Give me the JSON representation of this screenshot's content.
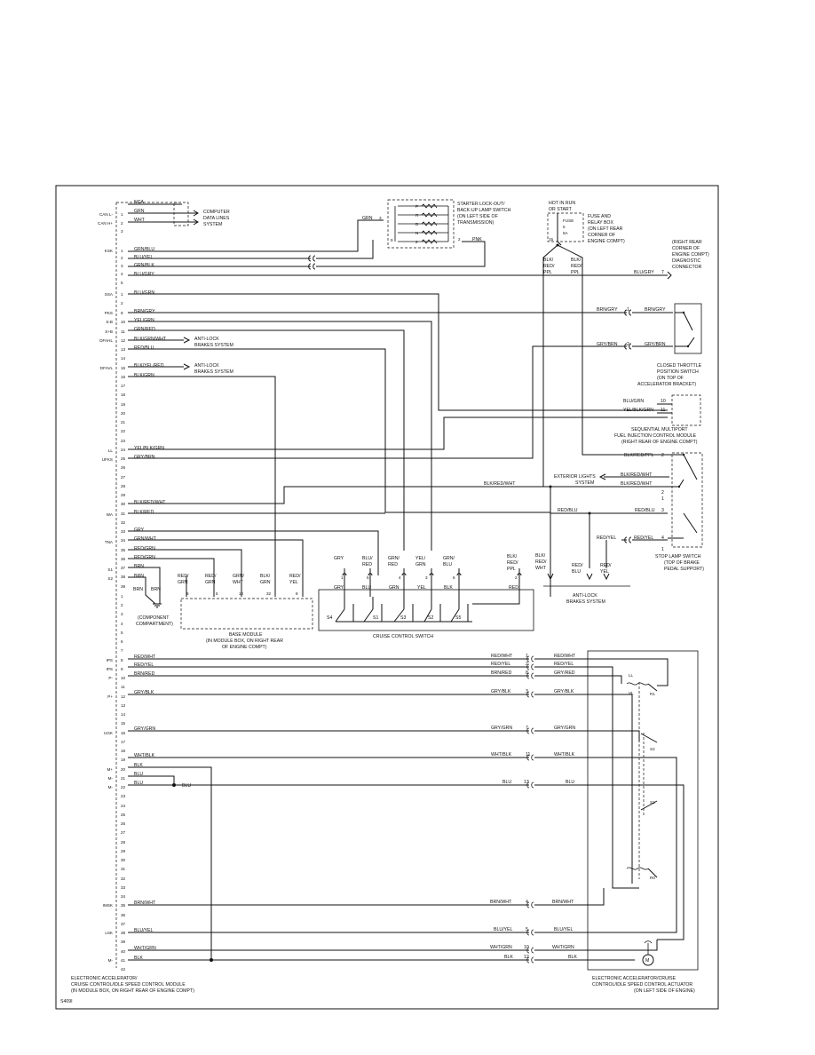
{
  "diagram_id": "S409I",
  "ecm": {
    "title_lines": [
      "ELECTRONIC ACCELERATOR/",
      "CRUISE CONTROL/IDLE SPEED CONTROL MODULE",
      "(IN MODULE BOX, ON RIGHT REAR OF ENGINE COMPT)"
    ],
    "pin_labels": {
      "can_l": "CAN L-",
      "can_h": "CAN H+",
      "ksk": "KSK",
      "ssa": "SSA",
      "pks": "PKS",
      "sb": "S-B",
      "sp": "S+B",
      "dfahl": "DFAHL",
      "dfavl": "DFAVL",
      "ll": "LL",
      "ufks": "UFKS",
      "wa": "WA",
      "tna": "TNA",
      "s1": "S1",
      "s2": "S2",
      "ips": "IPS",
      "ips2": "IPS",
      "pminus": "P-",
      "pplus": "P+",
      "ugk": "UGK",
      "mplus": "M+",
      "mminus": "M-",
      "mminus2": "M-",
      "imsk": "IMSK",
      "lsk": "LSK",
      "mminus3": "M-"
    },
    "connector_top": {
      "nca": "NCA",
      "grn": "GRN",
      "wht": "WHT",
      "three": "3",
      "pins": [
        "1",
        "2",
        "3",
        "4",
        "5",
        "6",
        "7",
        "8",
        "9",
        "10",
        "11",
        "12",
        "13",
        "14",
        "15",
        "16",
        "17",
        "18",
        "19",
        "20",
        "21",
        "22",
        "23",
        "24",
        "25",
        "26",
        "27",
        "28",
        "29",
        "30",
        "31",
        "32",
        "33",
        "34",
        "35",
        "36",
        "37",
        "38",
        "39",
        "1",
        "2"
      ],
      "wires": [
        "GRN/BLU",
        "BLU/YEL",
        "GRN/BLK",
        "BLU/GRY",
        "BLU/GRN",
        "BRN/GRY",
        "YEL/GRN",
        "GRN/RED",
        "BLK/GRN/WHT",
        "RED/BLU",
        "BLK/YEL/RED",
        "BLK/GRN",
        "YEL/BLK/GRN",
        "GRY/BRN",
        "BLK/RED/WHT",
        "BLK/RED",
        "GRY",
        "GRN/WHT",
        "RED/GRN",
        "RED/GRN",
        "BRN",
        "BRN"
      ]
    },
    "connector_bottom": {
      "pins": [
        "1",
        "2",
        "3",
        "4",
        "5",
        "6",
        "7",
        "8",
        "9",
        "10",
        "11",
        "12",
        "13",
        "14",
        "15",
        "16",
        "17",
        "18",
        "19",
        "20",
        "21",
        "22",
        "23",
        "24",
        "25",
        "26",
        "27",
        "28",
        "29",
        "30",
        "31",
        "32",
        "33",
        "34",
        "35",
        "36",
        "37",
        "38",
        "39",
        "40",
        "41",
        "42"
      ],
      "wires": [
        "RED/WHT",
        "RED/YEL",
        "BRN/RED",
        "GRY/BLK",
        "GRY/GRN",
        "WHT/BLK",
        "BLK",
        "BLU",
        "BLU",
        "BRN/WHT",
        "BLU/YEL",
        "WHT/GRN",
        "BLK"
      ],
      "blu_tap": "BLU"
    }
  },
  "computer_data_lines": [
    "COMPUTER",
    "DATA LINES",
    "SYSTEM"
  ],
  "starter_lockout": {
    "title_lines": [
      "STARTER LOCK-OUT/",
      "BACK-UP LAMP SWITCH",
      "(ON LEFT SIDE OF",
      "TRANSMISSION)"
    ],
    "positions": [
      "P",
      "R",
      "D",
      "N",
      "2"
    ],
    "grn": "GRN",
    "pin3": "3",
    "pin9": "9",
    "pin2": "2",
    "pnk": "PNK"
  },
  "fuse_box": {
    "hot_label": [
      "HOT IN RUN",
      "OR START"
    ],
    "fuse": [
      "FUSE",
      "5",
      "5A"
    ],
    "title_lines": [
      "FUSE AND",
      "RELAY BOX",
      "(ON LEFT REAR",
      "CORNER OF",
      "ENGINE COMPT)"
    ],
    "pin": "15",
    "wires": [
      "BLK/",
      "RED/",
      "PPL",
      "BLK/",
      "RED/",
      "PPL"
    ]
  },
  "diagnostic": {
    "title_lines": [
      "(RIGHT REAR",
      "CORNER OF",
      "ENGINE COMPT)",
      "DIAGNOSTIC",
      "CONNECTOR"
    ],
    "wire": "BLU/GRY",
    "pin": "7"
  },
  "anti_lock_1": [
    "ANTI-LOCK",
    "BRAKES SYSTEM"
  ],
  "anti_lock_2": [
    "ANTI-LOCK",
    "BRAKES SYSTEM"
  ],
  "throttle_switch": {
    "title_lines": [
      "CLOSED THROTTLE",
      "POSITION SWITCH",
      "(ON TOP OF",
      "ACCELERATOR BRACKET)"
    ],
    "w1": "BRN/GRY",
    "p1": "1",
    "w1b": "BRN/GRY",
    "w2": "GRY/BRN",
    "p2": "2",
    "w2b": "GRY/BRN"
  },
  "sfi_module": {
    "title_lines": [
      "SEQUENTIAL MULTIPORT",
      "FUEL INJECTION CONTROL MODULE",
      "(RIGHT REAR OF ENGINE COMPT)"
    ],
    "w1": "BLU/GRN",
    "p1": "10",
    "w2": "YEL/BLK/GRN",
    "p2": "11"
  },
  "exterior_lights": [
    "EXTERIOR LIGHTS",
    "SYSTEM"
  ],
  "stop_lamp": {
    "title_lines": [
      "STOP LAMP SWITCH",
      "(TOP OF BRAKE",
      "PEDAL SUPPORT)"
    ],
    "w_a": "BLK/RED/PPL",
    "p_a": "2",
    "w_b": "BLK/RED/WHT",
    "w_c": "BLK/RED/WHT",
    "p_b": "2",
    "p_c": "1",
    "w_d": "RED/BLU",
    "p_d": "3",
    "w_e": "RED/YEL",
    "w_f": "RED/YEL",
    "p_e": "4",
    "p_f": "1",
    "w_g": "BLK/RED/WHT",
    "w_h": "RED/BLU",
    "w_i": "RED/YEL"
  },
  "anti_lock_3": {
    "title_lines": [
      "ANTI-LOCK",
      "BRAKES SYSTEM"
    ],
    "w1": [
      "BLK/",
      "RED/",
      "WHT"
    ],
    "w2": [
      "RED/",
      "BLU"
    ],
    "w3": [
      "RED/",
      "YEL"
    ]
  },
  "base_module": {
    "title_lines": [
      "BASE MODULE",
      "(IN MODULE BOX, ON RIGHT REAR",
      "OF ENGINE COMPT)"
    ],
    "wires": [
      [
        "RED/",
        "GRN"
      ],
      [
        "RED/",
        "GRN"
      ],
      [
        "GRN/",
        "WHT"
      ],
      [
        "BLK/",
        "GRN"
      ],
      [
        "RED/",
        "YEL"
      ]
    ],
    "pins": [
      "6",
      "5",
      "10",
      "32",
      "8"
    ],
    "brn1": "BRN",
    "brn2": "BRN",
    "ground": [
      "(COMPONENT",
      "COMPARTMENT)"
    ]
  },
  "cruise_switch": {
    "title": "CRUISE CONTROL SWITCH",
    "top_wires": [
      [
        "GRY"
      ],
      [
        "BLU/",
        "RED"
      ],
      [
        "GRN/",
        "RED"
      ],
      [
        "YEL/",
        "GRN"
      ],
      [
        "GRN/",
        "BLU"
      ],
      [
        "BLK/",
        "RED/",
        "PPL"
      ]
    ],
    "pins": [
      "1",
      "5",
      "4",
      "3",
      "6",
      "2"
    ],
    "inner": [
      "GRY",
      "BLU",
      "GRN",
      "YEL",
      "BLK",
      "RED"
    ],
    "switches": [
      "S4",
      "S1",
      "S3",
      "S2",
      "S5"
    ]
  },
  "actuator": {
    "title_lines": [
      "ELECTRONIC ACCELERATOR/CRUISE",
      "CONTROL/IDLE SPEED CONTROL ACTUATOR",
      "(ON LEFT SIDE OF ENGINE)"
    ],
    "rows": [
      {
        "w1": "RED/WHT",
        "p": "1",
        "w2": "RED/WHT"
      },
      {
        "w1": "RED/YEL",
        "p": "2",
        "w2": "RED/YEL"
      },
      {
        "w1": "BRN/RED",
        "p": "8",
        "w2": "GRY/RED"
      },
      {
        "w1": "GRY/BLK",
        "p": "3",
        "w2": "GRY/BLK"
      },
      {
        "w1": "GRY/GRN",
        "p": "7",
        "w2": "GRY/GRN"
      },
      {
        "w1": "WHT/BLK",
        "p": "11",
        "w2": "WHT/BLK"
      },
      {
        "w1": "BLU",
        "p": "13",
        "w2": "BLU"
      },
      {
        "w1": "BRN/WHT",
        "p": "4",
        "w2": "BRN/WHT"
      },
      {
        "w1": "BLU/YEL",
        "p": "5",
        "w2": "BLU/YEL"
      },
      {
        "w1": "WHT/GRN",
        "p": "10",
        "w2": "WHT/GRN"
      },
      {
        "w1": "BLK",
        "p": "12",
        "w2": "BLK"
      }
    ],
    "ll": "LL",
    "vl": "VL",
    "r1": "R1",
    "s2": "S2",
    "s1": "S1",
    "r0": "R0",
    "motor": "M"
  }
}
